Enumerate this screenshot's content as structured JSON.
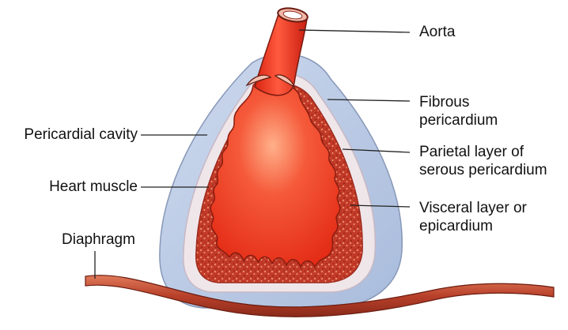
{
  "labels": {
    "aorta": "Aorta",
    "fibrous_1": "Fibrous",
    "fibrous_2": "pericardium",
    "parietal_1": "Parietal layer of",
    "parietal_2": "serous pericardium",
    "visceral_1": "Visceral layer or",
    "visceral_2": "epicardium",
    "pericardial_cavity": "Pericardial cavity",
    "heart_muscle": "Heart muscle",
    "diaphragm": "Diaphragm"
  },
  "colors": {
    "fibrous_pericardium": "#b9c9e3",
    "fibrous_edge": "#7f8fb0",
    "pericardial_cavity": "#ece3e8",
    "heart_muscle": "#c8372a",
    "heart_chamber": "#f2321e",
    "aorta": "#ea3220",
    "diaphragm": "#b8472e",
    "leader_line": "#222222"
  }
}
